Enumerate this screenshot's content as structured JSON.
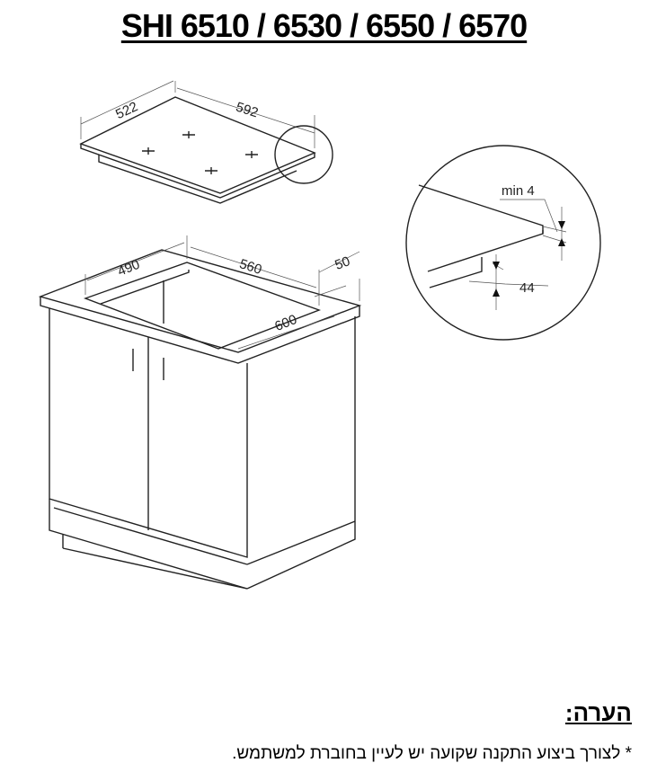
{
  "title": "SHI 6510 / 6530 / 6550 / 6570",
  "hob_dims": {
    "depth": "522",
    "width": "592"
  },
  "cutout_dims": {
    "depth": "490",
    "width": "560",
    "edge": "50",
    "cabinet_width": "600"
  },
  "detail_dims": {
    "gap": "min 4",
    "thickness": "44"
  },
  "note": {
    "heading": "הערה:",
    "text": "* לצורך ביצוע התקנה שקועה יש לעיין בחוברת למשתמש."
  }
}
